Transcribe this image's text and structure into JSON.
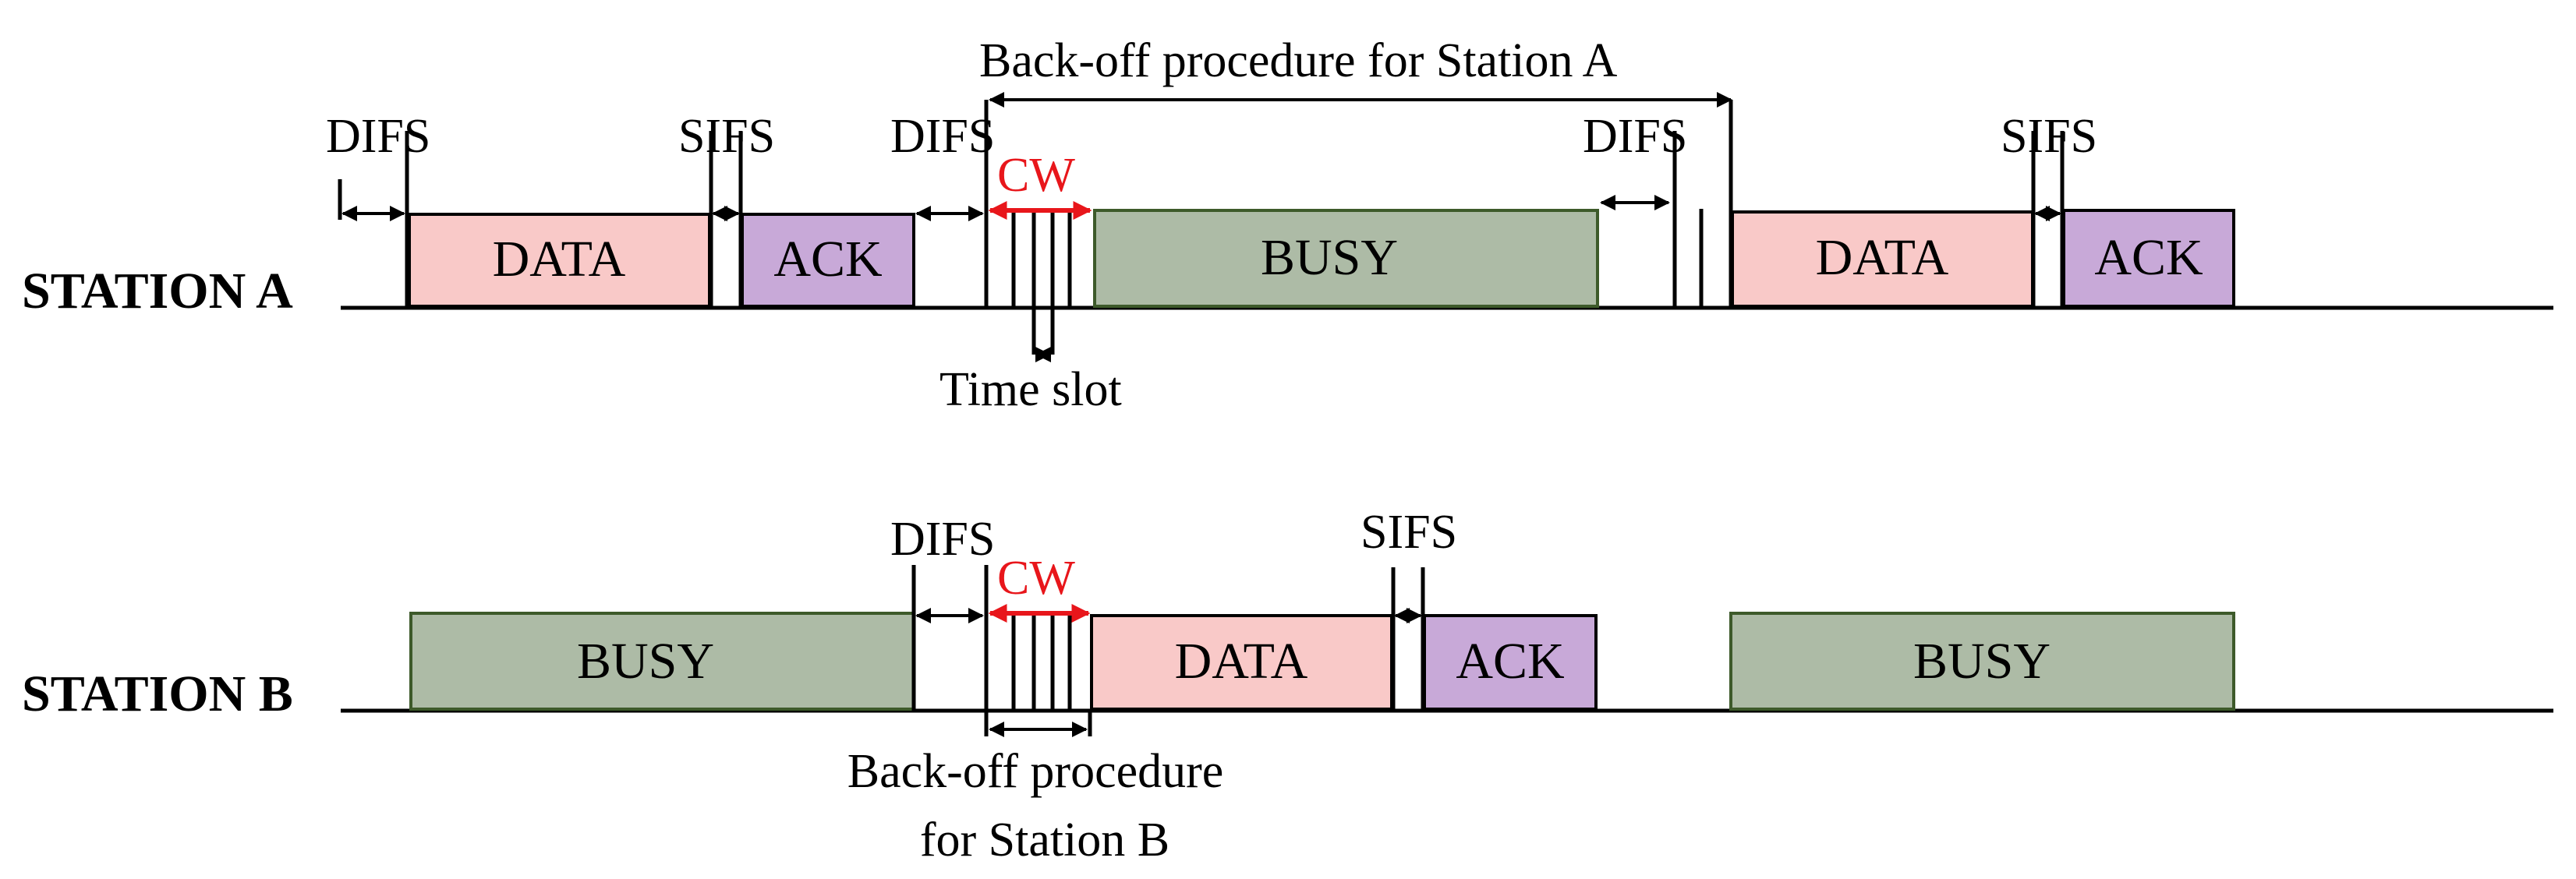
{
  "colors": {
    "data": "#f9c9c8",
    "ack": "#c8a9d8",
    "busy": "#adbba6",
    "cw": "#e8161b",
    "line": "#000000"
  },
  "labels": {
    "backoff_a": "Back-off procedure for Station A",
    "backoff_b_line1": "Back-off procedure",
    "backoff_b_line2": "for Station B",
    "time_slot": "Time slot",
    "difs": "DIFS",
    "sifs": "SIFS",
    "cw": "CW"
  },
  "station_a": {
    "name": "STATION A",
    "blocks": [
      {
        "kind": "data",
        "label": "DATA"
      },
      {
        "kind": "ack",
        "label": "ACK"
      },
      {
        "kind": "busy",
        "label": "BUSY"
      },
      {
        "kind": "data",
        "label": "DATA"
      },
      {
        "kind": "ack",
        "label": "ACK"
      }
    ]
  },
  "station_b": {
    "name": "STATION B",
    "blocks": [
      {
        "kind": "busy",
        "label": "BUSY"
      },
      {
        "kind": "data",
        "label": "DATA"
      },
      {
        "kind": "ack",
        "label": "ACK"
      },
      {
        "kind": "busy",
        "label": "BUSY"
      }
    ]
  }
}
